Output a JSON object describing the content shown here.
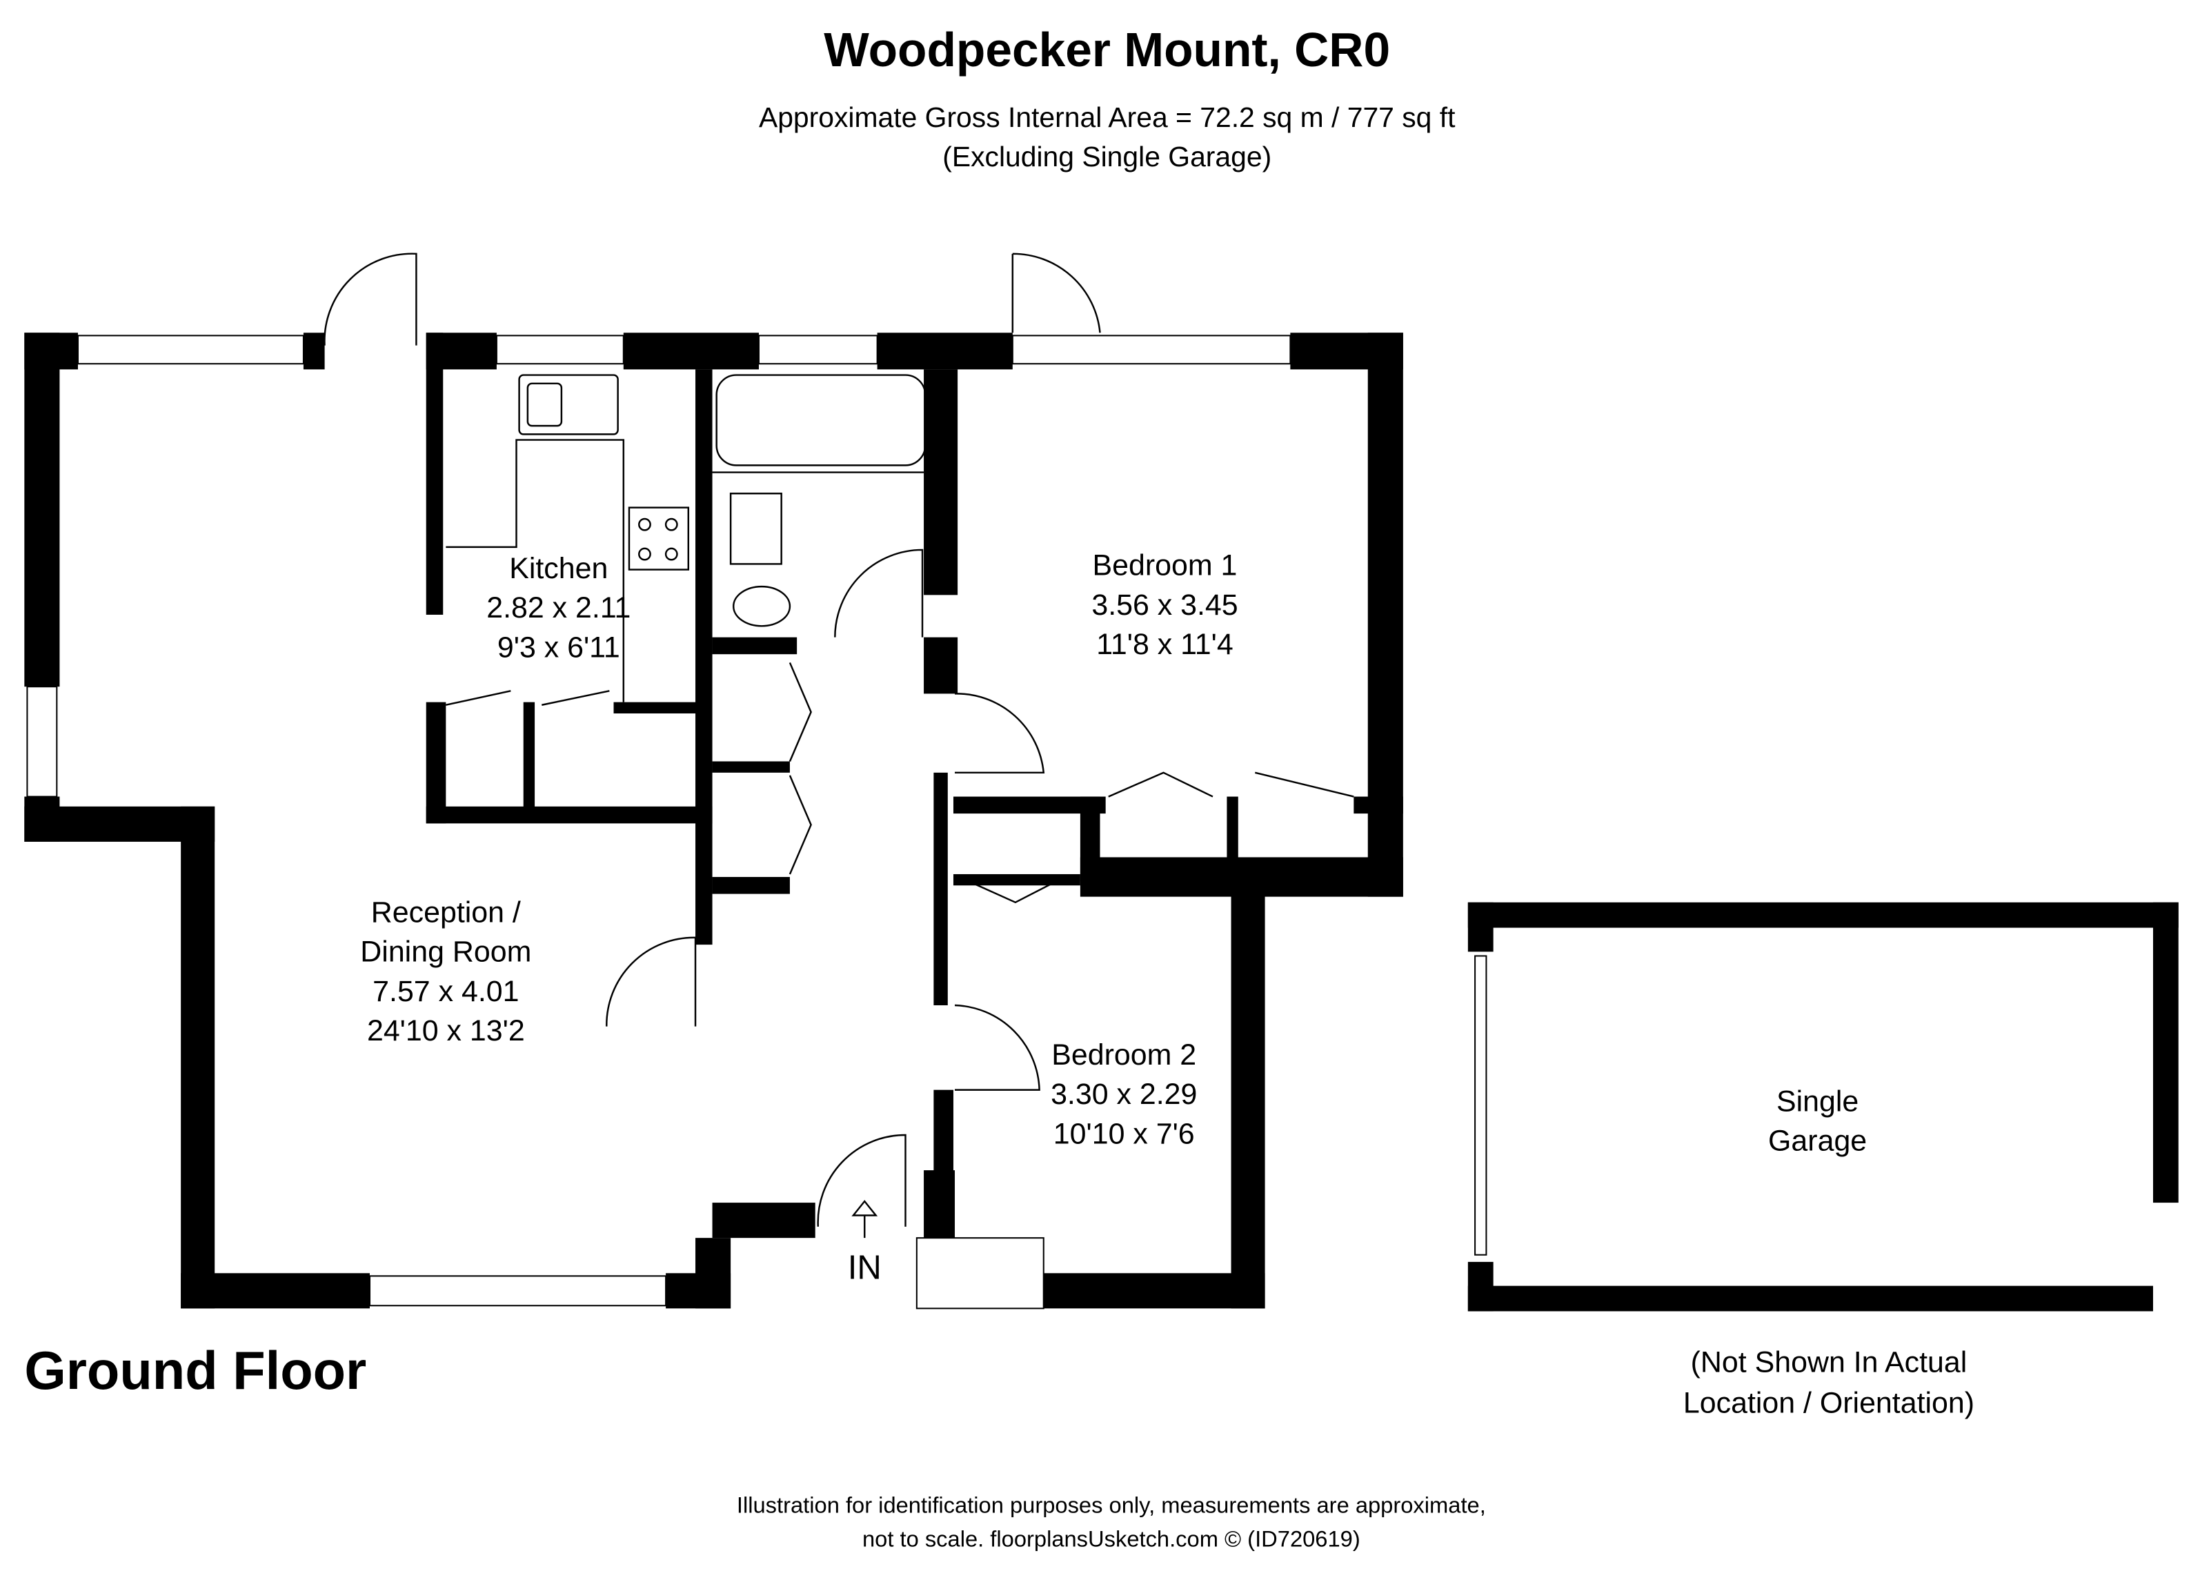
{
  "header": {
    "title": "Woodpecker Mount, CR0",
    "area": "Approximate Gross Internal Area = 72.2 sq m / 777 sq ft",
    "area_note": "(Excluding Single Garage)"
  },
  "floor_label": "Ground Floor",
  "rooms": {
    "kitchen": {
      "name": "Kitchen",
      "metric": "2.82 x 2.11",
      "imperial": "9'3 x 6'11"
    },
    "bedroom1": {
      "name": "Bedroom 1",
      "metric": "3.56 x 3.45",
      "imperial": "11'8 x 11'4"
    },
    "reception": {
      "name_line1": "Reception /",
      "name_line2": "Dining Room",
      "metric": "7.57 x 4.01",
      "imperial": "24'10 x 13'2"
    },
    "bedroom2": {
      "name": "Bedroom 2",
      "metric": "3.30 x 2.29",
      "imperial": "10'10 x 7'6"
    },
    "garage": {
      "name_line1": "Single",
      "name_line2": "Garage"
    }
  },
  "entrance_label": "IN",
  "garage_note": {
    "line1": "(Not Shown In Actual",
    "line2": "Location / Orientation)"
  },
  "footer": {
    "line1": "Illustration for identification purposes only, measurements are approximate,",
    "line2": "not to scale. floorplansUsketch.com © (ID720619)"
  }
}
